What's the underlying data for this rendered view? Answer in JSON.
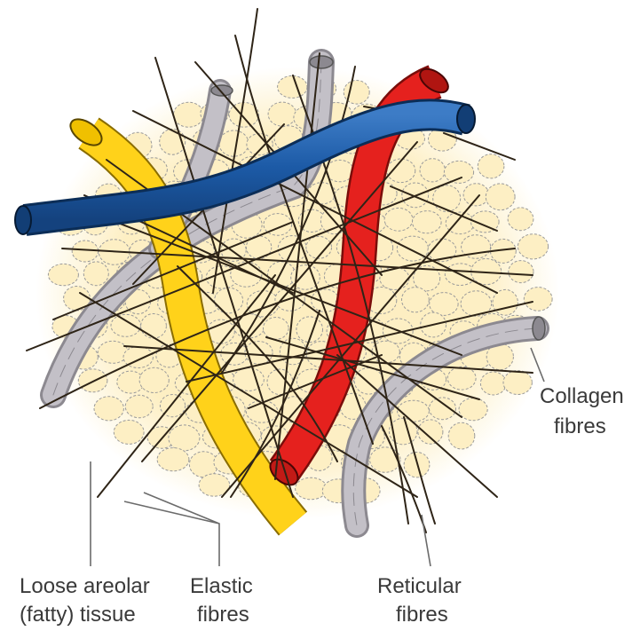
{
  "labels": {
    "loose_areolar_line1": "Loose areolar",
    "loose_areolar_line2": "(fatty) tissue",
    "elastic_line1": "Elastic",
    "elastic_line2": "fibres",
    "reticular_line1": "Reticular",
    "reticular_line2": "fibres",
    "collagen_line1": "Collagen",
    "collagen_line2": "fibres"
  },
  "colors": {
    "background_glow": "#fdeec0",
    "fat_cell_fill": "#fdefc4",
    "fat_cell_stroke": "#9a9a9a",
    "collagen_fibre": "#b9b6bd",
    "elastic_fibre": "#ffd21a",
    "blue_vessel": "#1c5aa6",
    "red_vessel": "#e5211e",
    "reticular_fibre": "#2e2417",
    "label_text": "#3a3a3a"
  }
}
